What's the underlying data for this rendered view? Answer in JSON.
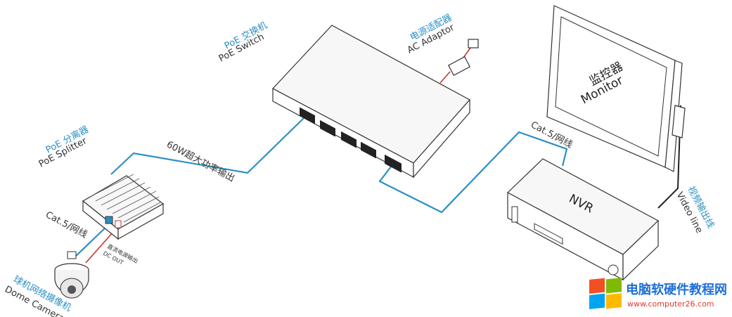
{
  "labels": {
    "poe_switch_cn": "PoE 交换机",
    "poe_switch_en": "PoE Switch",
    "ac_adaptor_cn": "电源适配器",
    "ac_adaptor_en": "AC Adaptor",
    "monitor_cn": "监控器",
    "monitor_en": "Monitor",
    "poe_splitter_cn": "PoE 分离器",
    "poe_splitter_en": "PoE Splitter",
    "output_60w": "60W超大功率输出",
    "cat5_right": "Cat.5/网线",
    "cat5_left": "Cat.5/网线",
    "nvr": "NVR",
    "video_line_cn": "视频输出线",
    "video_line_en": "Video line",
    "dc_out_cn": "直流电源输出",
    "dc_out_en": "DC OUT",
    "dome_camera_cn": "球机网络摄像机",
    "dome_camera_en": "Dome Camera"
  },
  "watermark": {
    "site_name": "电脑软硬件教程网",
    "url": "www.computer26.com"
  },
  "colors": {
    "label_blue": "#2a8fc4",
    "cable_blue": "#2a8fc4",
    "power_cable_red": "#c0392b",
    "windows_red": "#f25022",
    "windows_green": "#7fba00",
    "windows_blue": "#00a4ef",
    "windows_yellow": "#ffb900"
  }
}
